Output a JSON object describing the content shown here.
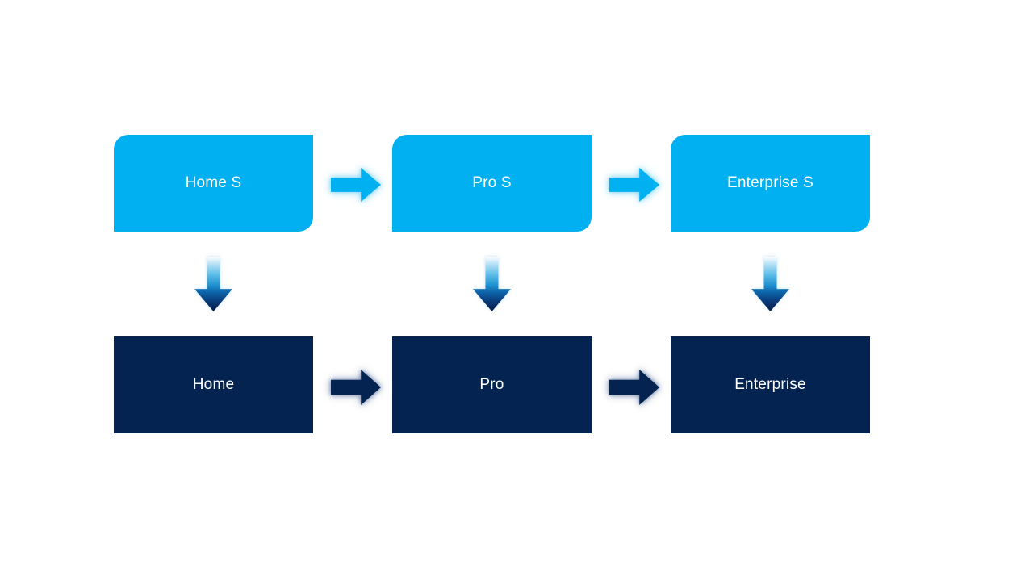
{
  "diagram": {
    "type": "process-flow",
    "top_row": {
      "items": [
        {
          "label": "Home S"
        },
        {
          "label": "Pro S"
        },
        {
          "label": "Enterprise S"
        }
      ]
    },
    "bottom_row": {
      "items": [
        {
          "label": "Home"
        },
        {
          "label": "Pro"
        },
        {
          "label": "Enterprise"
        }
      ]
    },
    "connections": {
      "horizontal_top": [
        "Home S -> Pro S",
        "Pro S -> Enterprise S"
      ],
      "horizontal_bottom": [
        "Home -> Pro",
        "Pro -> Enterprise"
      ],
      "vertical": [
        "Home S -> Home",
        "Pro S -> Pro",
        "Enterprise S -> Enterprise"
      ]
    }
  },
  "colors": {
    "background": "#FFFFFF",
    "top_fill": "#00B0F0",
    "bottom_fill": "#052350",
    "text": "#FFFFFF",
    "down_arrow_top": "#FFFFFF",
    "down_arrow_mid": "#1E93D2",
    "down_arrow_bottom": "#061F4D"
  }
}
